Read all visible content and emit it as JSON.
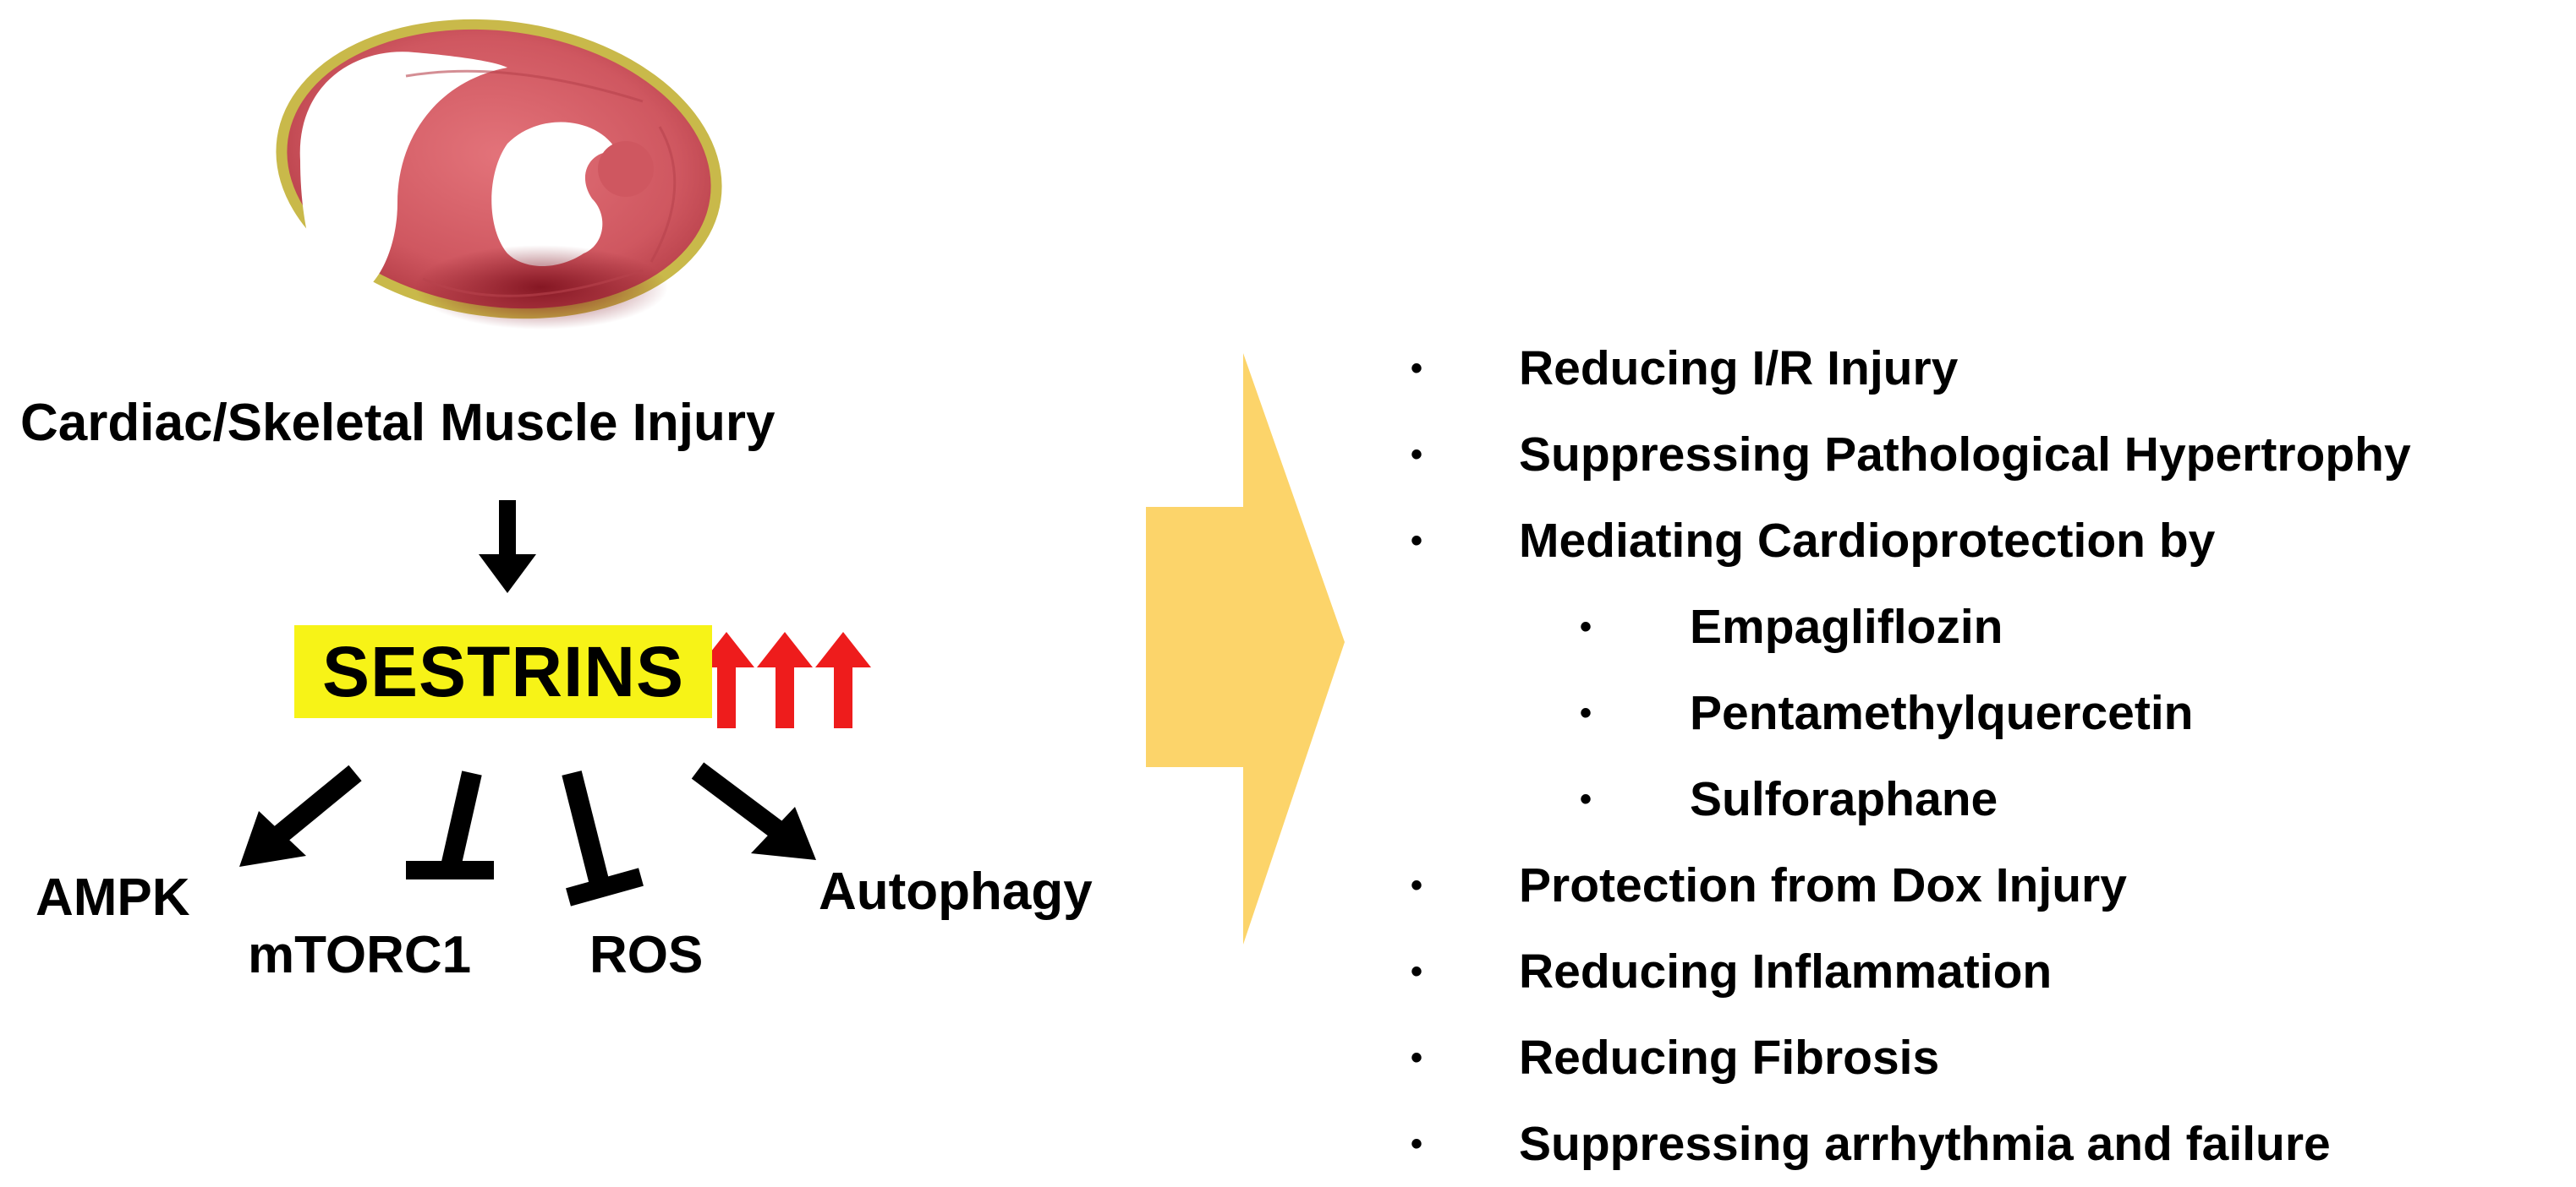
{
  "injury_label": "Cardiac/Skeletal Muscle Injury",
  "central_node": "SESTRINS",
  "colors": {
    "highlight": "#f7f317",
    "upregulation_arrows": "#ee1c1c",
    "chevron": "#fcd46a",
    "myocardium": "#c94a52"
  },
  "icons": {
    "heart": "heart-cross-section-image",
    "upregulation": "triple-up-arrow-icon"
  },
  "targets": [
    {
      "label": "AMPK",
      "effect": "activates"
    },
    {
      "label": "mTORC1",
      "effect": "inhibits"
    },
    {
      "label": "ROS",
      "effect": "inhibits"
    },
    {
      "label": "Autophagy",
      "effect": "activates"
    }
  ],
  "outcomes": [
    {
      "label": "Reducing I/R Injury",
      "level": 0
    },
    {
      "label": "Suppressing Pathological Hypertrophy",
      "level": 0
    },
    {
      "label": "Mediating Cardioprotection by",
      "level": 0
    },
    {
      "label": "Empagliflozin",
      "level": 1
    },
    {
      "label": "Pentamethylquercetin",
      "level": 1
    },
    {
      "label": "Sulforaphane",
      "level": 1
    },
    {
      "label": "Protection from Dox Injury",
      "level": 0
    },
    {
      "label": "Reducing Inflammation",
      "level": 0
    },
    {
      "label": "Reducing Fibrosis",
      "level": 0
    },
    {
      "label": "Suppressing arrhythmia and failure",
      "level": 0
    }
  ],
  "bullet_glyph": "•"
}
